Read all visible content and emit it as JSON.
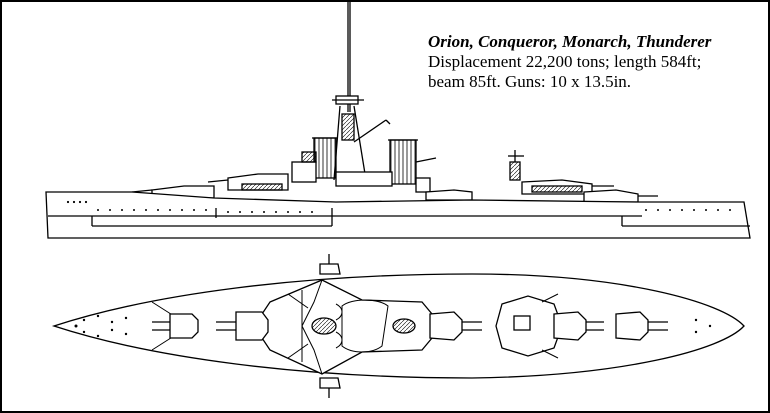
{
  "caption": {
    "title": "Orion, Conqueror, Monarch, Thunderer",
    "line1": "Displacement 22,200 tons; length 584ft;",
    "line2": "beam 85ft. Guns: 10 x 13.5in."
  },
  "colors": {
    "ink": "#000000",
    "paper": "#ffffff",
    "shade": "#6b6b6b"
  }
}
